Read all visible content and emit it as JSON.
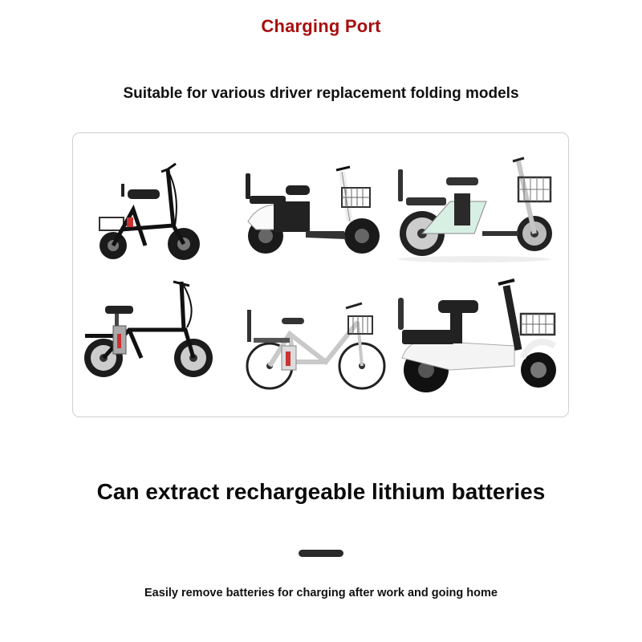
{
  "header": {
    "title": "Charging Port",
    "title_color": "#a80f0f",
    "subtitle": "Suitable for various driver replacement folding models"
  },
  "gallery": {
    "items": [
      {
        "label": "folding-black-ebike-with-basket"
      },
      {
        "label": "white-black-scooter-ebike"
      },
      {
        "label": "mint-green-ebike-with-basket"
      },
      {
        "label": "black-folding-ebike"
      },
      {
        "label": "silver-city-ebike"
      },
      {
        "label": "black-white-scooter-ebike"
      }
    ]
  },
  "body": {
    "headline": "Can extract rechargeable lithium batteries",
    "caption": "Easily remove batteries for charging after work and going home"
  }
}
